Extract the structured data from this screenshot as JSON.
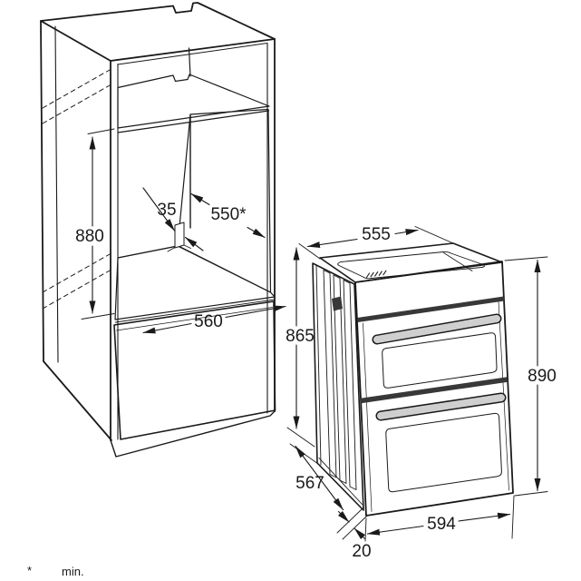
{
  "palette": {
    "line": "#1a1a1a",
    "panel_light": "#efefef",
    "panel_mid": "#cbcbcb",
    "window_dark": "#4f4f4f",
    "handle": "#cfcfcf",
    "strip_dark": "#383838",
    "background": "#ffffff"
  },
  "cabinet": {
    "dims": {
      "niche_height": "880",
      "rear_rail_depth": "35",
      "niche_depth": "550*",
      "niche_width": "560"
    }
  },
  "oven": {
    "dims": {
      "top_width": "555",
      "body_height": "865",
      "overall_height": "890",
      "body_depth": "567",
      "front_width": "594",
      "front_overhang": "20"
    }
  },
  "footnote": {
    "symbol": "*",
    "text": "min."
  }
}
